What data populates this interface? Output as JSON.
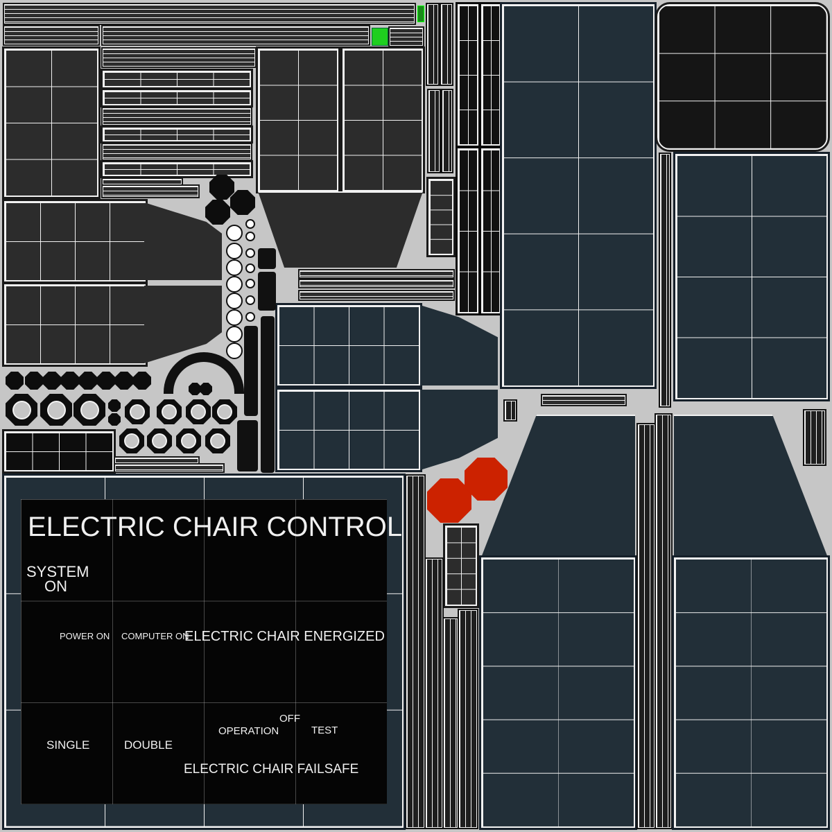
{
  "panel": {
    "title": "ELECTRIC CHAIR CONTROL",
    "system_on_line1": "SYSTEM",
    "system_on_line2": "ON",
    "power_on": "POWER ON",
    "computer_on": "COMPUTER ON",
    "energized": "ELECTRIC CHAIR ENERGIZED",
    "off": "OFF",
    "operation": "OPERATION",
    "test": "TEST",
    "single": "SINGLE",
    "double": "DOUBLE",
    "failsafe": "ELECTRIC CHAIR FAILSAFE"
  },
  "colors": {
    "background": "#c6c6c6",
    "panel_dark": "#2c2c2c",
    "panel_blue": "#222f38",
    "wire": "#f2f2f2",
    "indicator_red": "#cc2200",
    "indicator_green": "#22cc22"
  }
}
